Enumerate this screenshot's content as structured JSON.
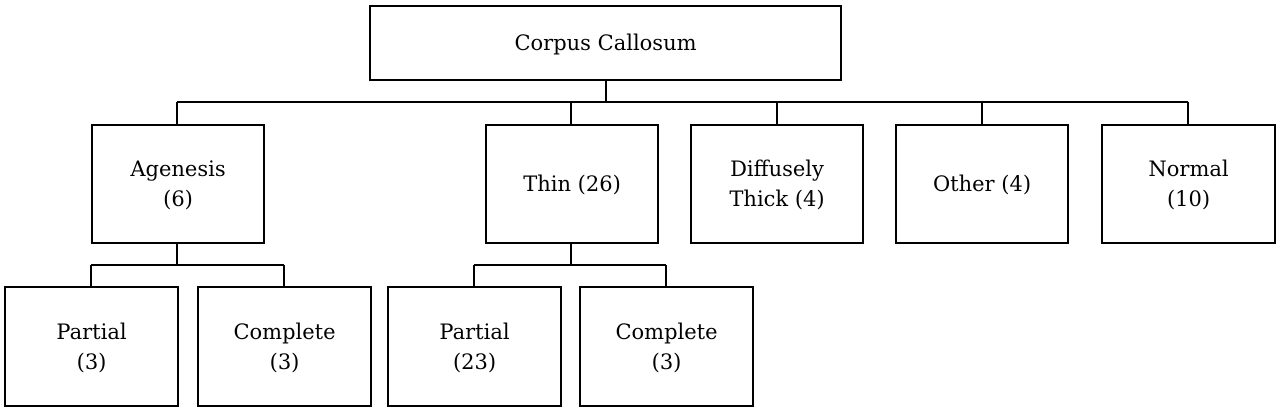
{
  "diagram": {
    "root": {
      "lines": [
        "Corpus Callosum"
      ]
    },
    "agenesis": {
      "lines": [
        "Agenesis",
        "(6)"
      ]
    },
    "thin": {
      "lines": [
        "Thin (26)"
      ]
    },
    "diffusely_thick": {
      "lines": [
        "Diffusely",
        "Thick (4)"
      ]
    },
    "other": {
      "lines": [
        "Other (4)"
      ]
    },
    "normal": {
      "lines": [
        "Normal",
        "(10)"
      ]
    },
    "agenesis_partial": {
      "lines": [
        "Partial",
        "(3)"
      ]
    },
    "agenesis_complete": {
      "lines": [
        "Complete",
        "(3)"
      ]
    },
    "thin_partial": {
      "lines": [
        "Partial",
        "(23)"
      ]
    },
    "thin_complete": {
      "lines": [
        "Complete",
        "(3)"
      ]
    }
  },
  "colors": {
    "stroke": "#000000",
    "background": "#ffffff"
  }
}
